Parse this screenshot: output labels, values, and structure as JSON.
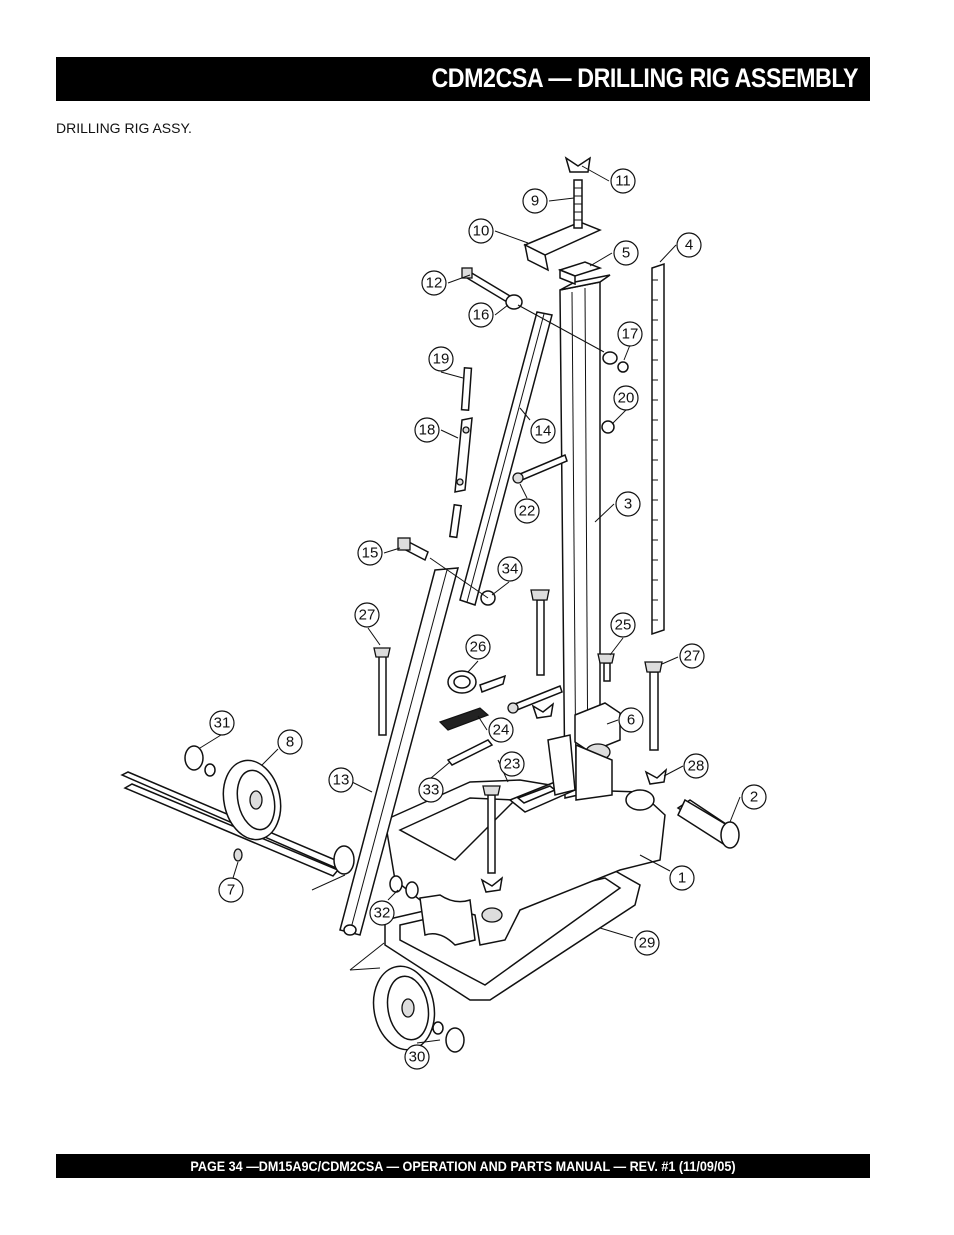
{
  "header": {
    "title": "CDM2CSA — DRILLING RIG ASSEMBLY"
  },
  "subtitle": "DRILLING RIG ASSY.",
  "footer": {
    "text": "PAGE 34 —DM15A9C/CDM2CSA — OPERATION AND PARTS MANUAL — REV. #1 (11/09/05)"
  },
  "callouts": {
    "c1": "1",
    "c2": "2",
    "c3": "3",
    "c4": "4",
    "c5": "5",
    "c6": "6",
    "c7": "7",
    "c8": "8",
    "c9": "9",
    "c10": "10",
    "c11": "11",
    "c12": "12",
    "c13": "13",
    "c14": "14",
    "c15": "15",
    "c16": "16",
    "c17": "17",
    "c18": "18",
    "c19": "19",
    "c20": "20",
    "c22": "22",
    "c23": "23",
    "c24": "24",
    "c25": "25",
    "c26": "26",
    "c27a": "27",
    "c27b": "27",
    "c28": "28",
    "c29": "29",
    "c30": "30",
    "c31": "31",
    "c32": "32",
    "c33": "33",
    "c34": "34"
  }
}
